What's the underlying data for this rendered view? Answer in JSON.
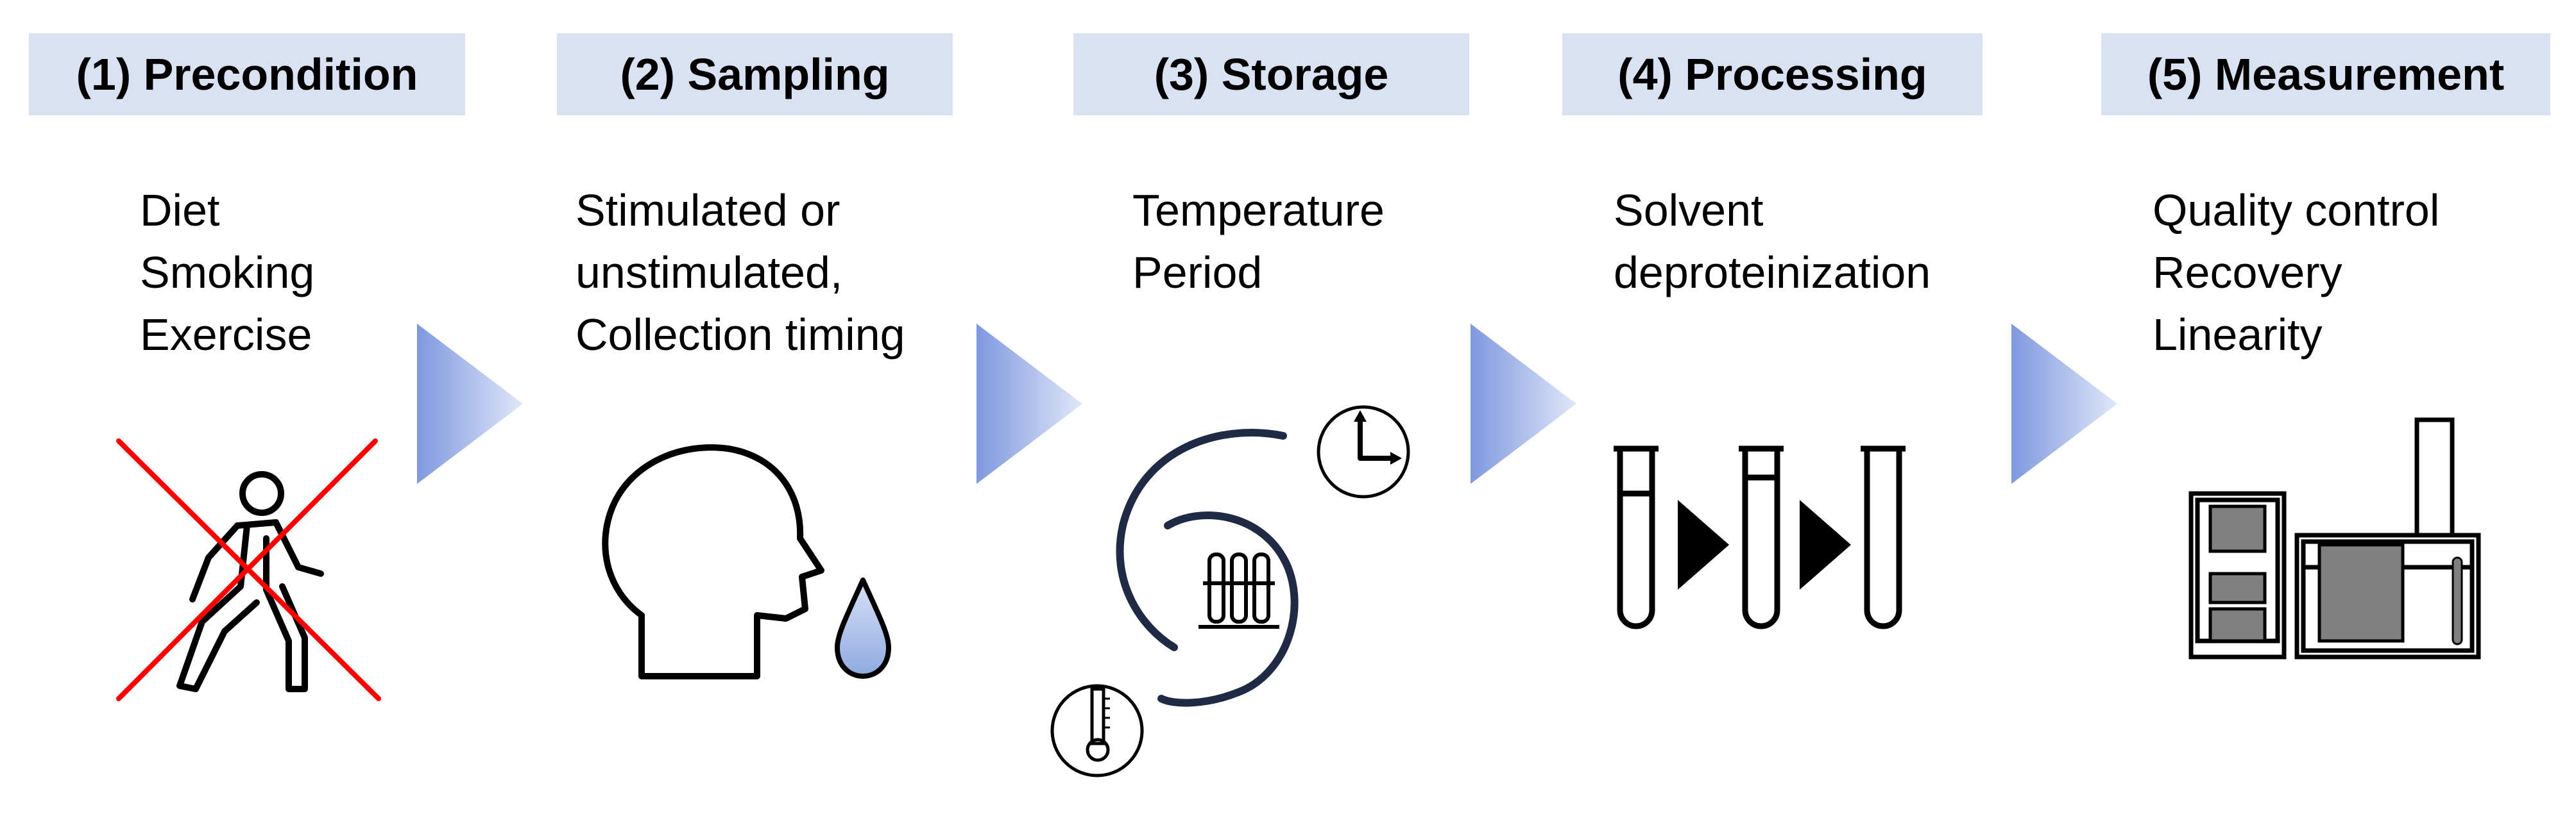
{
  "stages": [
    {
      "title": "(1) Precondition",
      "lines": [
        "Diet",
        "Smoking",
        "Exercise"
      ],
      "icon": "walking-person-crossed-icon"
    },
    {
      "title": "(2) Sampling",
      "lines": [
        "Stimulated or",
        "unstimulated,",
        "Collection timing"
      ],
      "icon": "head-with-drop-icon"
    },
    {
      "title": "(3) Storage",
      "lines": [
        "Temperature",
        "Period"
      ],
      "icon": "storage-cycle-icon"
    },
    {
      "title": "(4) Processing",
      "lines": [
        "Solvent",
        "deproteinization"
      ],
      "icon": "test-tubes-sequence-icon"
    },
    {
      "title": "(5) Measurement",
      "lines": [
        "Quality control",
        "Recovery",
        "Linearity"
      ],
      "icon": "analyzer-instrument-icon"
    }
  ],
  "colors": {
    "header_bg": "#d9e2f3",
    "arrow": "#8fa6e2",
    "cross": "#ff0000",
    "drop": "#a9c0ea"
  }
}
